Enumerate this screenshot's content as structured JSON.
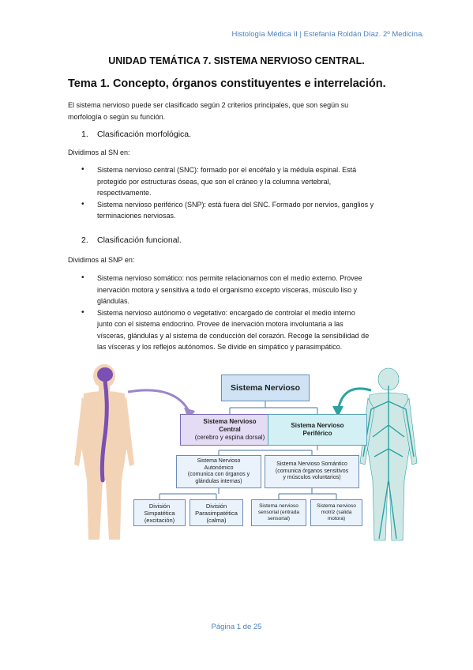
{
  "header": {
    "text": "Histología Médica II | Estefanía Roldán Díaz. 2º Medicina."
  },
  "unit_title": "UNIDAD TEMÁTICA 7. SISTEMA NERVIOSO CENTRAL.",
  "tema_title": "Tema 1. Concepto, órganos constituyentes e interrelación.",
  "intro": {
    "line1": "El sistema nervioso puede ser clasificado según 2 criterios principales, que son según su",
    "line2": "morfología o según su función."
  },
  "section1": {
    "number": "1.",
    "title": "Clasificación morfológica.",
    "lead": "Dividimos al SN en:",
    "bullets": [
      {
        "lines": [
          "Sistema nervioso central (SNC): formado por el encéfalo y la médula espinal. Está",
          "protegido por estructuras óseas, que son el cráneo y la columna vertebral,",
          "respectivamente."
        ]
      },
      {
        "lines": [
          "Sistema nervioso periférico (SNP): está fuera del SNC. Formado por nervios, ganglios y",
          "terminaciones nerviosas."
        ]
      }
    ]
  },
  "section2": {
    "number": "2.",
    "title": "Clasificación funcional.",
    "lead": "Dividimos al SNP en:",
    "bullets": [
      {
        "lines": [
          "Sistema nervioso somático: nos permite relacionarnos con el medio externo. Provee",
          "inervación motora y sensitiva a todo el organismo excepto vísceras, músculo liso y",
          "glándulas."
        ]
      },
      {
        "lines": [
          "Sistema nervioso autónomo o vegetativo: encargado de controlar el medio interno",
          "junto con el sistema endocrino. Provee de inervación motora involuntaria a las",
          "vísceras, glándulas y al sistema de conducción del corazón. Recoge la sensibilidad de",
          "las vísceras y los reflejos autónomos. Se divide en simpático y parasimpático."
        ]
      }
    ]
  },
  "diagram": {
    "root": "Sistema Nervioso",
    "snc": {
      "title1": "Sistema Nervioso",
      "title2": "Central",
      "sub": "(cerebro y espina dorsal)"
    },
    "snp": {
      "title1": "Sistema Nervioso",
      "title2": "Periférico"
    },
    "autonomo": {
      "l1": "Sistema Nervioso",
      "l2": "Autonómico",
      "l3": "(comunica con órganos y",
      "l4": "glándulas internas)"
    },
    "somatico": {
      "l1": "Sistema Nervioso Somántico",
      "l2": "(comunica órganos sensitivos",
      "l3": "y músculos voluntarios)"
    },
    "simpatica": {
      "l1": "División",
      "l2": "Simpatética",
      "l3": "(excitación)"
    },
    "parasimpatica": {
      "l1": "División",
      "l2": "Parasimpatética",
      "l3": "(calma)"
    },
    "sensorial": {
      "l1": "Sistema nervioso",
      "l2": "sensorial (entrada",
      "l3": "sensorial)"
    },
    "motriz": {
      "l1": "Sistema nervioso",
      "l2": "motriz (salida",
      "l3": "motora)"
    },
    "colors": {
      "cns": "#7b4fb3",
      "pns": "#2aa3a0",
      "skin": "#f3d3b6"
    }
  },
  "footer": "Página 1 de 25"
}
